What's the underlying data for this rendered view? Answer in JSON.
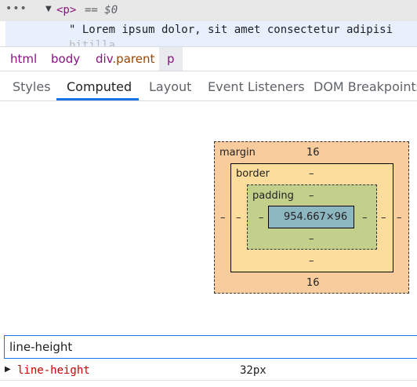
{
  "tree": {
    "dots": "•••",
    "triangle": "▼",
    "tag": "<p>",
    "selected_marker": "== $0",
    "text_line1": "\" Lorem ipsum dolor, sit amet consectetur adipisi",
    "text_line2": "bitilla ... ... ... ... ... ... ... ... ..."
  },
  "breadcrumbs": {
    "items": [
      {
        "label": "html"
      },
      {
        "label": "body"
      },
      {
        "label": "div",
        "cls": ".parent"
      },
      {
        "label": "p"
      }
    ]
  },
  "tabs": {
    "items": [
      "Styles",
      "Computed",
      "Layout",
      "Event Listeners",
      "DOM Breakpoints"
    ],
    "active": "Computed"
  },
  "box_model": {
    "margin": {
      "label": "margin",
      "top": "16",
      "right": "–",
      "bottom": "16",
      "left": "–"
    },
    "border": {
      "label": "border",
      "top": "–",
      "right": "–",
      "bottom": "–",
      "left": "–"
    },
    "padding": {
      "label": "padding",
      "top": "–",
      "right": "–",
      "bottom": "–",
      "left": "–"
    },
    "content": "954.667×96"
  },
  "filter": {
    "value": "line-height"
  },
  "computed": {
    "rows": [
      {
        "triangle": "▶",
        "name": "line-height",
        "value": "32px"
      }
    ]
  },
  "colors": {
    "accent": "#1a73e8",
    "tag": "#881280",
    "property": "#c80000",
    "margin": "#f9cc9d",
    "border": "#fddd9b",
    "padding": "#c3d08b",
    "content": "#8cb6c0"
  }
}
